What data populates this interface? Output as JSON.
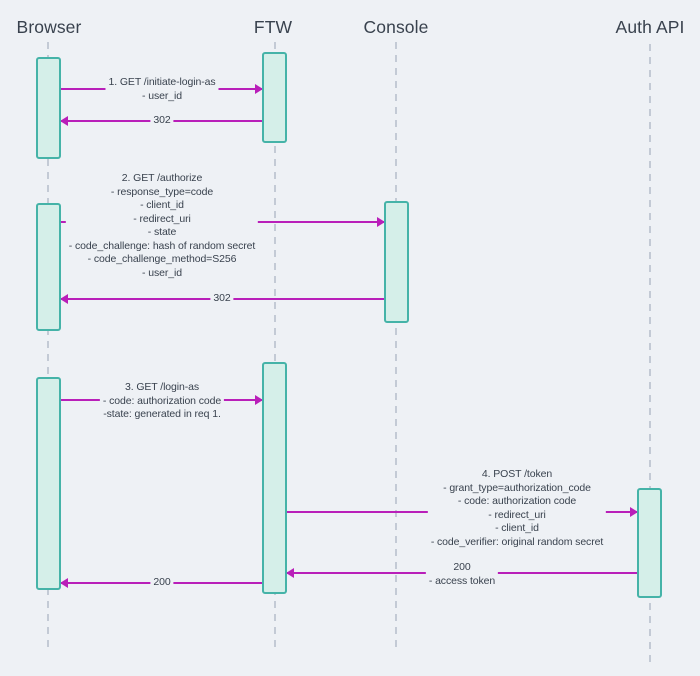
{
  "diagram_type": "sequence-diagram",
  "actors": [
    {
      "name": "Browser"
    },
    {
      "name": "FTW"
    },
    {
      "name": "Console"
    },
    {
      "name": "Auth API"
    }
  ],
  "messages": {
    "m1": {
      "from": "Browser",
      "to": "FTW",
      "lines": [
        "1. GET /initiate-login-as",
        "- user_id"
      ]
    },
    "m2": {
      "from": "FTW",
      "to": "Browser",
      "lines": [
        "302"
      ]
    },
    "m3": {
      "from": "Browser",
      "to": "Console",
      "lines": [
        "2. GET /authorize",
        "- response_type=code",
        "- client_id",
        "- redirect_uri",
        "- state",
        "- code_challenge: hash of random secret",
        "- code_challenge_method=S256",
        "- user_id"
      ]
    },
    "m4": {
      "from": "Console",
      "to": "Browser",
      "lines": [
        "302"
      ]
    },
    "m5": {
      "from": "Browser",
      "to": "FTW",
      "lines": [
        "3. GET /login-as",
        "- code: authorization code",
        "-state: generated in req 1."
      ]
    },
    "m6": {
      "from": "FTW",
      "to": "Auth API",
      "lines": [
        "4. POST /token",
        "- grant_type=authorization_code",
        "- code: authorization code",
        "- redirect_uri",
        "- client_id",
        "- code_verifier: original random secret"
      ]
    },
    "m7": {
      "from": "Auth API",
      "to": "FTW",
      "lines": [
        "200",
        "- access token"
      ]
    },
    "m8": {
      "from": "FTW",
      "to": "Browser",
      "lines": [
        "200"
      ]
    }
  },
  "colors": {
    "background": "#eef1f5",
    "text": "#39424e",
    "arrow": "#b91fb9",
    "activation_fill": "#d5efe9",
    "activation_border": "#45b3a8",
    "lifeline": "#c3cad5"
  }
}
